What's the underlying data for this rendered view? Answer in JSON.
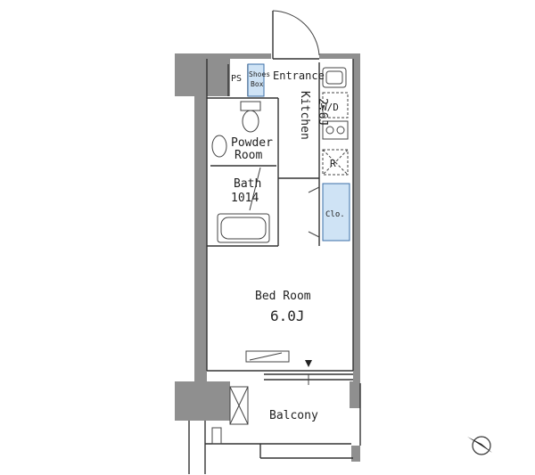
{
  "rooms": {
    "ps": "PS",
    "shoes_box_line1": "Shoes",
    "shoes_box_line2": "Box",
    "entrance": "Entrance",
    "kitchen_name": "Kitchen",
    "kitchen_size": "2.6J",
    "wd": "W/D",
    "fridge": "R",
    "powder_room_line1": "Powder",
    "powder_room_line2": "Room",
    "bath_line1": "Bath",
    "bath_line2": "1014",
    "closet": "Clo.",
    "bedroom_name": "Bed Room",
    "bedroom_size": "6.0J",
    "balcony": "Balcony"
  },
  "colors": {
    "wall": "#8f8f8f",
    "storage_fill": "#cfe3f5",
    "storage_stroke": "#3b6fa8"
  }
}
